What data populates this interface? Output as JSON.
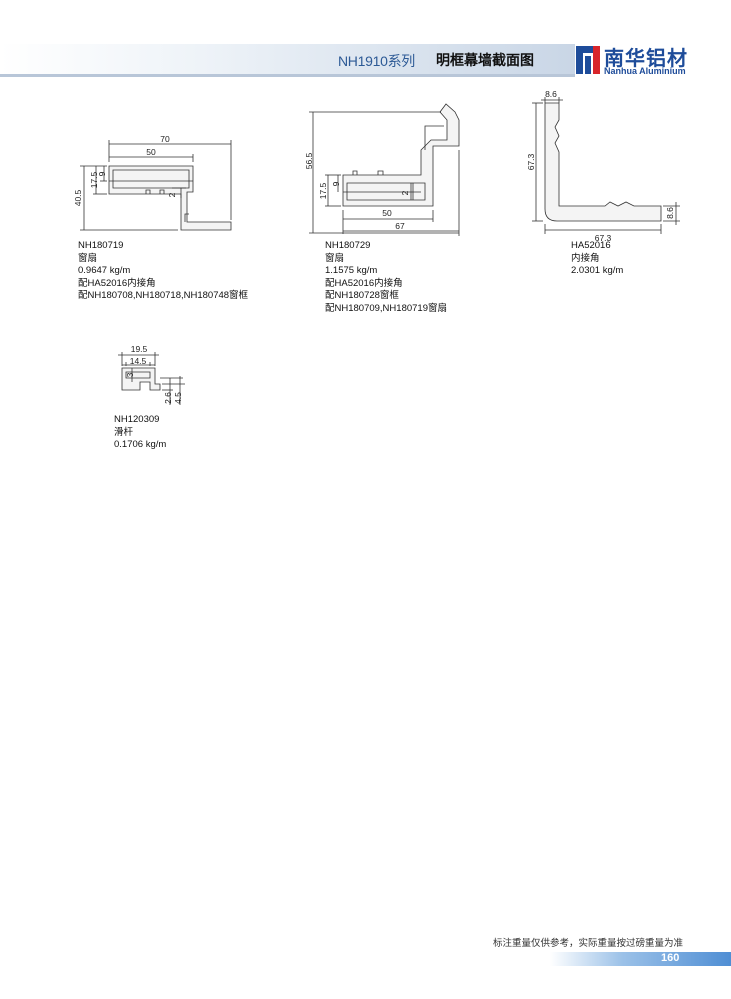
{
  "header": {
    "series": "NH1910系列",
    "title": "明框幕墙截面图",
    "brand_cn": "南华铝材",
    "brand_en": "Nanhua Aluminium"
  },
  "profiles": [
    {
      "code": "NH180719",
      "name": "窗扇",
      "weight": "0.9647 kg/m",
      "notes": [
        "配HA52016内接角",
        "配NH180708,NH180718,NH180748窗框"
      ],
      "dims": [
        "70",
        "50",
        "9",
        "17.5",
        "40.5",
        "2"
      ]
    },
    {
      "code": "NH180729",
      "name": "窗扇",
      "weight": "1.1575 kg/m",
      "notes": [
        "配HA52016内接角",
        "配NH180728窗框",
        "配NH180709,NH180719窗扇"
      ],
      "dims": [
        "56.5",
        "9",
        "17.5",
        "2",
        "50",
        "67"
      ]
    },
    {
      "code": "HA52016",
      "name": "内接角",
      "weight": "2.0301 kg/m",
      "notes": [],
      "dims": [
        "8.6",
        "67.3",
        "8.6",
        "67.3"
      ]
    },
    {
      "code": "NH120309",
      "name": "滑杆",
      "weight": "0.1706 kg/m",
      "notes": [],
      "dims": [
        "19.5",
        "14.5",
        "3",
        "2.6",
        "4.5"
      ]
    }
  ],
  "footer": {
    "note": "标注重量仅供参考，实际重量按过磅重量为准",
    "page": "160"
  }
}
